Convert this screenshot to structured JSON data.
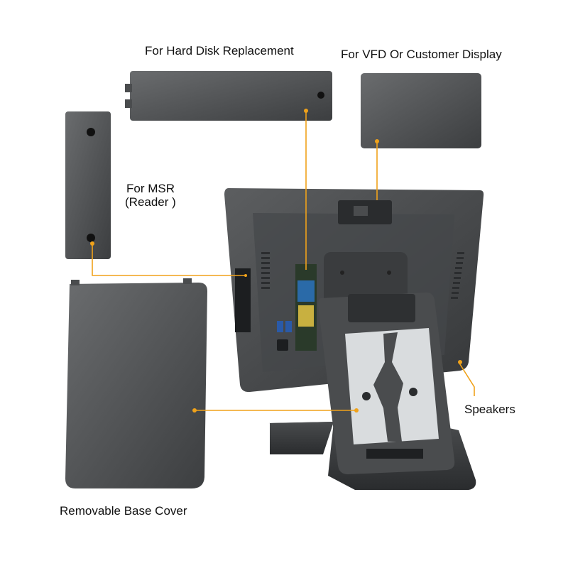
{
  "labels": {
    "hard_disk": "For Hard Disk Replacement",
    "vfd": "For VFD Or Customer Display",
    "msr_line1": "For MSR",
    "msr_line2": "(Reader )",
    "base_cover": "Removable Base Cover",
    "speakers": "Speakers"
  },
  "colors": {
    "callout_line": "#f0a21a",
    "panel_dark": "#3e4042",
    "panel_mid": "#5a5c5e",
    "mount_plate": "#d9dcde"
  }
}
